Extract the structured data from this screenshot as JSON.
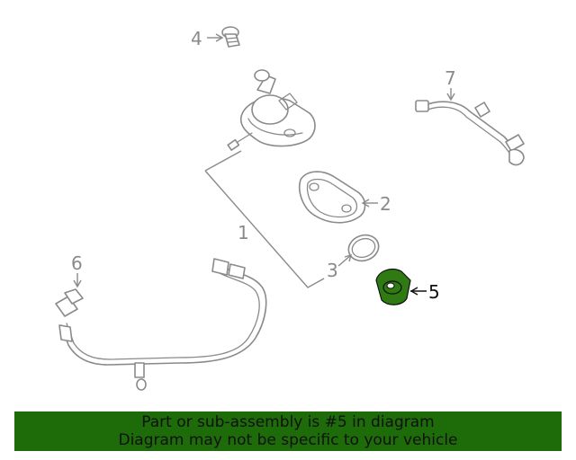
{
  "callouts": {
    "c1": "1",
    "c2": "2",
    "c3": "3",
    "c4": "4",
    "c5": "5",
    "c6": "6",
    "c7": "7"
  },
  "highlight_color": "#2f7a12",
  "banner": {
    "line1": "Part or sub-assembly is #5 in diagram",
    "line2": "Diagram may not be specific to your vehicle",
    "background": "#1e6b0a"
  }
}
